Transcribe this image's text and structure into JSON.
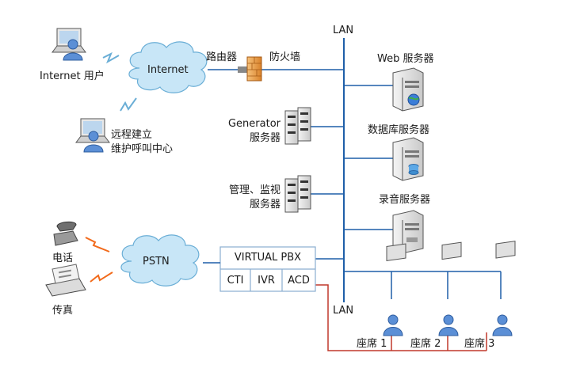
{
  "lan_top_label": "LAN",
  "lan_bottom_label": "LAN",
  "internet_user": "Internet 用户",
  "internet_cloud": "Internet",
  "remote_center_line1": "远程建立",
  "remote_center_line2": "维护呼叫中心",
  "router": "路由器",
  "firewall": "防火墙",
  "generator_line1": "Generator",
  "generator_line2": "服务器",
  "monitor_line1": "管理、监视",
  "monitor_line2": "服务器",
  "web_server": "Web 服务器",
  "db_server": "数据库服务器",
  "audio_server": "录音服务器",
  "phone": "电话",
  "fax": "传真",
  "pstn": "PSTN",
  "virtual_pbx": "VIRTUAL PBX",
  "pbx_modules": [
    "CTI",
    "IVR",
    "ACD"
  ],
  "seats": [
    "座席 1",
    "座席 2",
    "座席 3"
  ],
  "colors": {
    "cloud": "#c8e6f7",
    "cloud_edge": "#6aaed6",
    "lan": "#1f5fa8",
    "zigzag": "#f26a1b",
    "acd_line": "#c0392b"
  }
}
